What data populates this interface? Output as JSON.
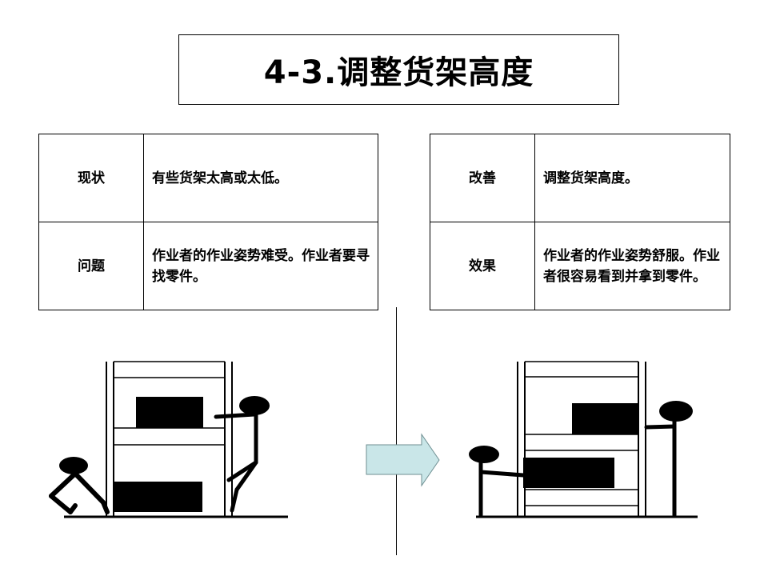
{
  "title": "4-3.调整货架高度",
  "left_table": {
    "rows": [
      {
        "label": "现状",
        "text": "有些货架太高或太低。"
      },
      {
        "label": "问题",
        "text": "作业者的作业姿势难受。作业者要寻找零件。"
      }
    ]
  },
  "right_table": {
    "rows": [
      {
        "label": "改善",
        "text": "调整货架高度。"
      },
      {
        "label": "效果",
        "text": "作业者的作业姿势舒服。作业者很容易看到并拿到零件。"
      }
    ]
  },
  "colors": {
    "arrow_fill": "#c9e6e8",
    "ink": "#000000"
  }
}
